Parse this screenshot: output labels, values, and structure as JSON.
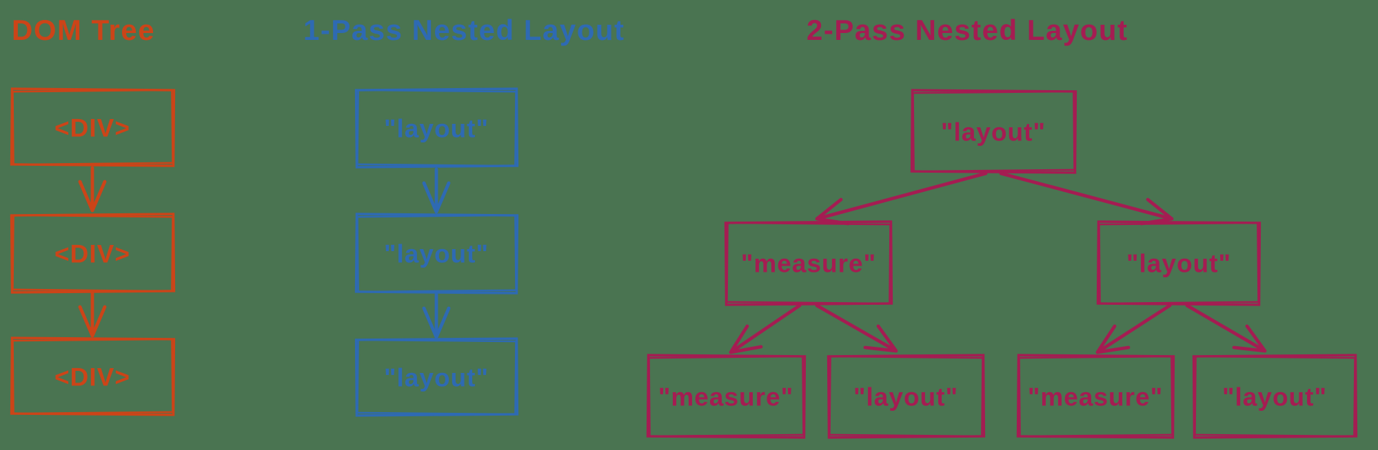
{
  "page": {
    "background_color": "#4a7451"
  },
  "colors": {
    "dom_tree": "#cc4418",
    "one_pass": "#2e6ab3",
    "two_pass": "#a51c52"
  },
  "sections": {
    "dom_tree": {
      "title": "DOM Tree",
      "nodes": [
        "<DIV>",
        "<DIV>",
        "<DIV>"
      ]
    },
    "one_pass": {
      "title": "1-Pass Nested Layout",
      "nodes": [
        "\"layout\"",
        "\"layout\"",
        "\"layout\""
      ]
    },
    "two_pass": {
      "title": "2-Pass Nested Layout",
      "root": "\"layout\"",
      "level2": [
        "\"measure\"",
        "\"layout\""
      ],
      "level3": [
        "\"measure\"",
        "\"layout\"",
        "\"measure\"",
        "\"layout\""
      ]
    }
  }
}
